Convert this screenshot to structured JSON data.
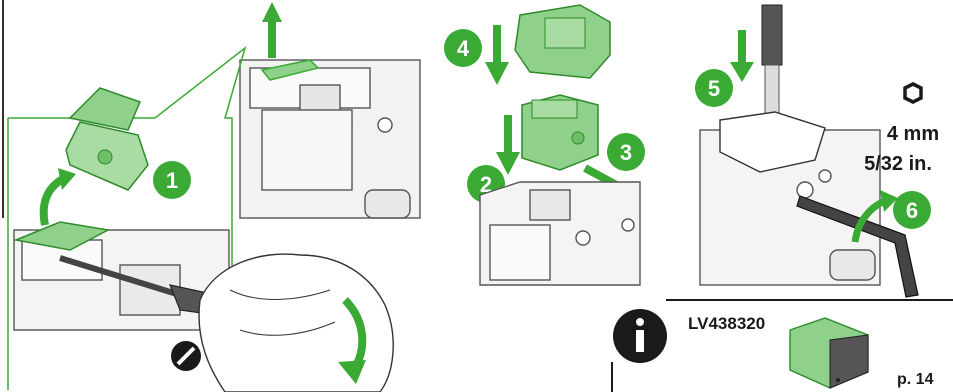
{
  "colors": {
    "accent_green": "#3aaa35",
    "light_green": "#8fd18a",
    "line_gray": "#555555",
    "device_fill": "#f2f2f2",
    "dark": "#1a1a1a"
  },
  "steps": [
    {
      "number": "1"
    },
    {
      "number": "2"
    },
    {
      "number": "3"
    },
    {
      "number": "4"
    },
    {
      "number": "5"
    },
    {
      "number": "6"
    }
  ],
  "tool": {
    "hex_icon": "hexagon-icon",
    "size_metric": "4 mm",
    "size_imperial": "5/32 in."
  },
  "info": {
    "icon": "info-icon",
    "reference": "LV438320",
    "page_ref": "p. 14"
  },
  "screwdriver_icon": "flat-screwdriver-icon"
}
